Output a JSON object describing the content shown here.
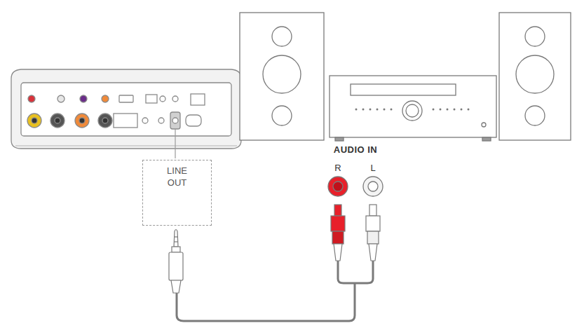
{
  "diagram": {
    "nodes": [
      {
        "text": [
          "LINE OUT"
        ]
      }
    ],
    "labels": [
      "AUDIO IN",
      "R",
      "L"
    ]
  }
}
